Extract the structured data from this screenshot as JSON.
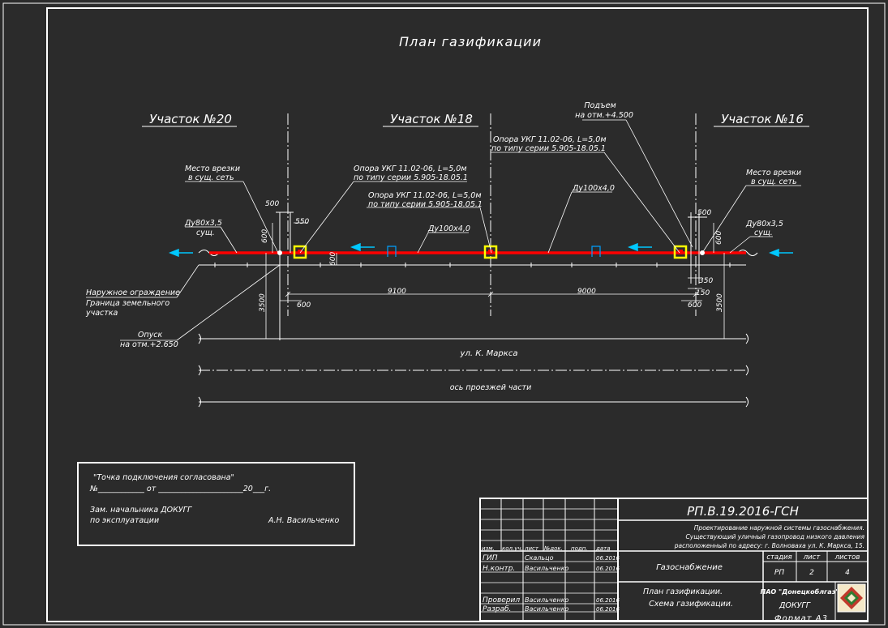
{
  "title": "План газификации",
  "sections": {
    "left": "Участок №20",
    "middle": "Участок №18",
    "right": "Участок №16"
  },
  "callouts": {
    "tap_left_line1": "Место врезки",
    "tap_left_line2": "в сущ. сеть",
    "tap_right_line1": "Место врезки",
    "tap_right_line2": "в сущ. сеть",
    "support_1_line1": "Опора УКГ 11.02-06, L=5,0м",
    "support_1_line2": "по типу серии 5.905-18.05.1",
    "support_2_line1": "Опора УКГ 11.02-06, L=5,0м",
    "support_2_line2": "по типу серии 5.905-18.05.1",
    "support_3_line1": "Опора УКГ 11.02-06, L=5,0м",
    "support_3_line2": "по типу серии 5.905-18.05.1",
    "rise_line1": "Подъем",
    "rise_line2": "на отм.+4.500",
    "drop_line1": "Опуск",
    "drop_line2": "на отм.+2.650",
    "pipe_left_line1": "Ду80х3,5",
    "pipe_left_line2": "сущ.",
    "pipe_right_line1": "Ду80х3,5",
    "pipe_right_line2": "сущ.",
    "pipe_new_1": "Ду100х4,0",
    "pipe_new_2": "Ду100х4,0",
    "fence_line1": "Наружное ограждение",
    "fence_line2": "Граница земельного",
    "fence_line3": "участка"
  },
  "dimensions": {
    "d500_left": "500",
    "d550": "550",
    "d600_left_v": "600",
    "d600_mid_v": "600",
    "d3500_left": "3500",
    "d600_left_h": "600",
    "d9100": "9100",
    "d9000": "9000",
    "d500_right": "500",
    "d600_right_v": "600",
    "d350": "350",
    "d150": "150",
    "d600_right_h": "600",
    "d3500_right": "3500"
  },
  "street": {
    "name": "ул. К. Маркса",
    "axis": "ось проезжей части"
  },
  "approval": {
    "line1": "\"Точка подключения согласована\"",
    "line2": "№____________ от ______________________20___г.",
    "line3": "Зам. начальника ДОКУГГ",
    "line4": "по эксплуатации",
    "signer": "А.Н. Васильченко"
  },
  "title_block": {
    "code": "РП.В.19.2016-ГСН",
    "description_line1": "Проектирование наружной системы газоснабжения.",
    "description_line2": "Существующий уличный газопровод низкого давления",
    "description_line3": "расположенный по адресу: г. Волноваха ул. К. Маркса, 15.",
    "section_name": "Газоснабжение",
    "sheet_title_line1": "План газификации.",
    "sheet_title_line2": "Схема газификации.",
    "stage_header": "стадия",
    "sheet_header": "лист",
    "sheets_header": "листов",
    "stage": "РП",
    "sheet": "2",
    "sheets": "4",
    "org_line1": "ПАО \"Донецкоблгаз\"",
    "org_line2": "ДОКУГГ",
    "col_headers": [
      "изм.",
      "кол.уч.",
      "лист",
      "№док.",
      "подп.",
      "дата"
    ],
    "signatures": [
      {
        "role": "ГИП",
        "name": "Скальцо",
        "date": "06.2016"
      },
      {
        "role": "Н.контр.",
        "name": "Васильченко",
        "date": "06.2016"
      },
      {
        "role": "Проверил",
        "name": "Васильченко",
        "date": "06.2016"
      },
      {
        "role": "Разраб.",
        "name": "Васильченко",
        "date": "06.2016"
      }
    ]
  },
  "format_label": "Формат А3",
  "colors": {
    "background": "#2b2b2b",
    "lines": "#ffffff",
    "pipe": "#ff0000",
    "support": "#ffff00",
    "flow_arrow": "#00c8ff",
    "meter": "#00a0ff"
  }
}
